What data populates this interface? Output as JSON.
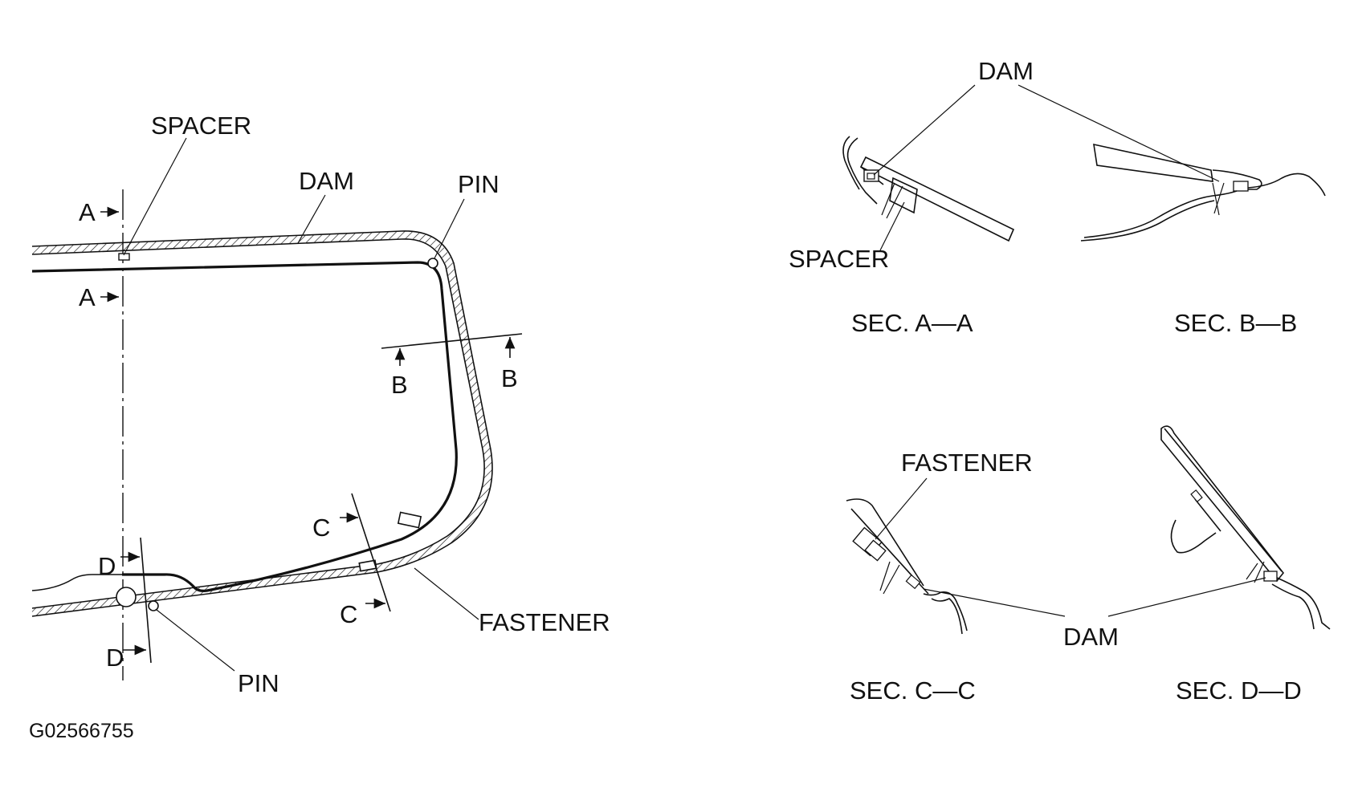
{
  "labels": {
    "main_spacer": "SPACER",
    "main_dam": "DAM",
    "main_pin_top": "PIN",
    "main_pin_bottom": "PIN",
    "main_fastener": "FASTENER",
    "cut_a_top": "A",
    "cut_a_bottom": "A",
    "cut_b_left": "B",
    "cut_b_right": "B",
    "cut_c_top": "C",
    "cut_c_bottom": "C",
    "cut_d_top": "D",
    "cut_d_bottom": "D",
    "sec_dam_top": "DAM",
    "sec_spacer": "SPACER",
    "sec_fastener": "FASTENER",
    "sec_dam_bottom": "DAM"
  },
  "sections": {
    "aa": "SEC. A—A",
    "bb": "SEC. B—B",
    "cc": "SEC. C—C",
    "dd": "SEC. D—D"
  },
  "figure_code": "G02566755"
}
